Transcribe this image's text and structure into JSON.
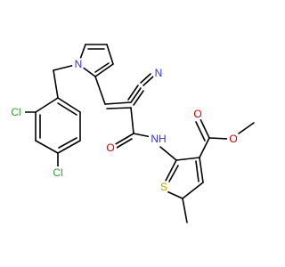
{
  "molecule": {
    "atoms": {
      "N_pyrrole": {
        "label": "N",
        "color": "#3333cc"
      },
      "Cl_ortho": {
        "label": "Cl",
        "color": "#2e9e2e"
      },
      "Cl_para": {
        "label": "Cl",
        "color": "#2e9e2e"
      },
      "N_nitrile": {
        "label": "N",
        "color": "#3333cc"
      },
      "O_amide": {
        "label": "O",
        "color": "#cc0000"
      },
      "NH_amide": {
        "label": "NH",
        "color": "#3333cc"
      },
      "O_ester_carbonyl": {
        "label": "O",
        "color": "#cc0000"
      },
      "O_ester_ether": {
        "label": "O",
        "color": "#cc0000"
      },
      "S_thiophene": {
        "label": "S",
        "color": "#b5a000"
      }
    },
    "bond_color": "#000000"
  }
}
